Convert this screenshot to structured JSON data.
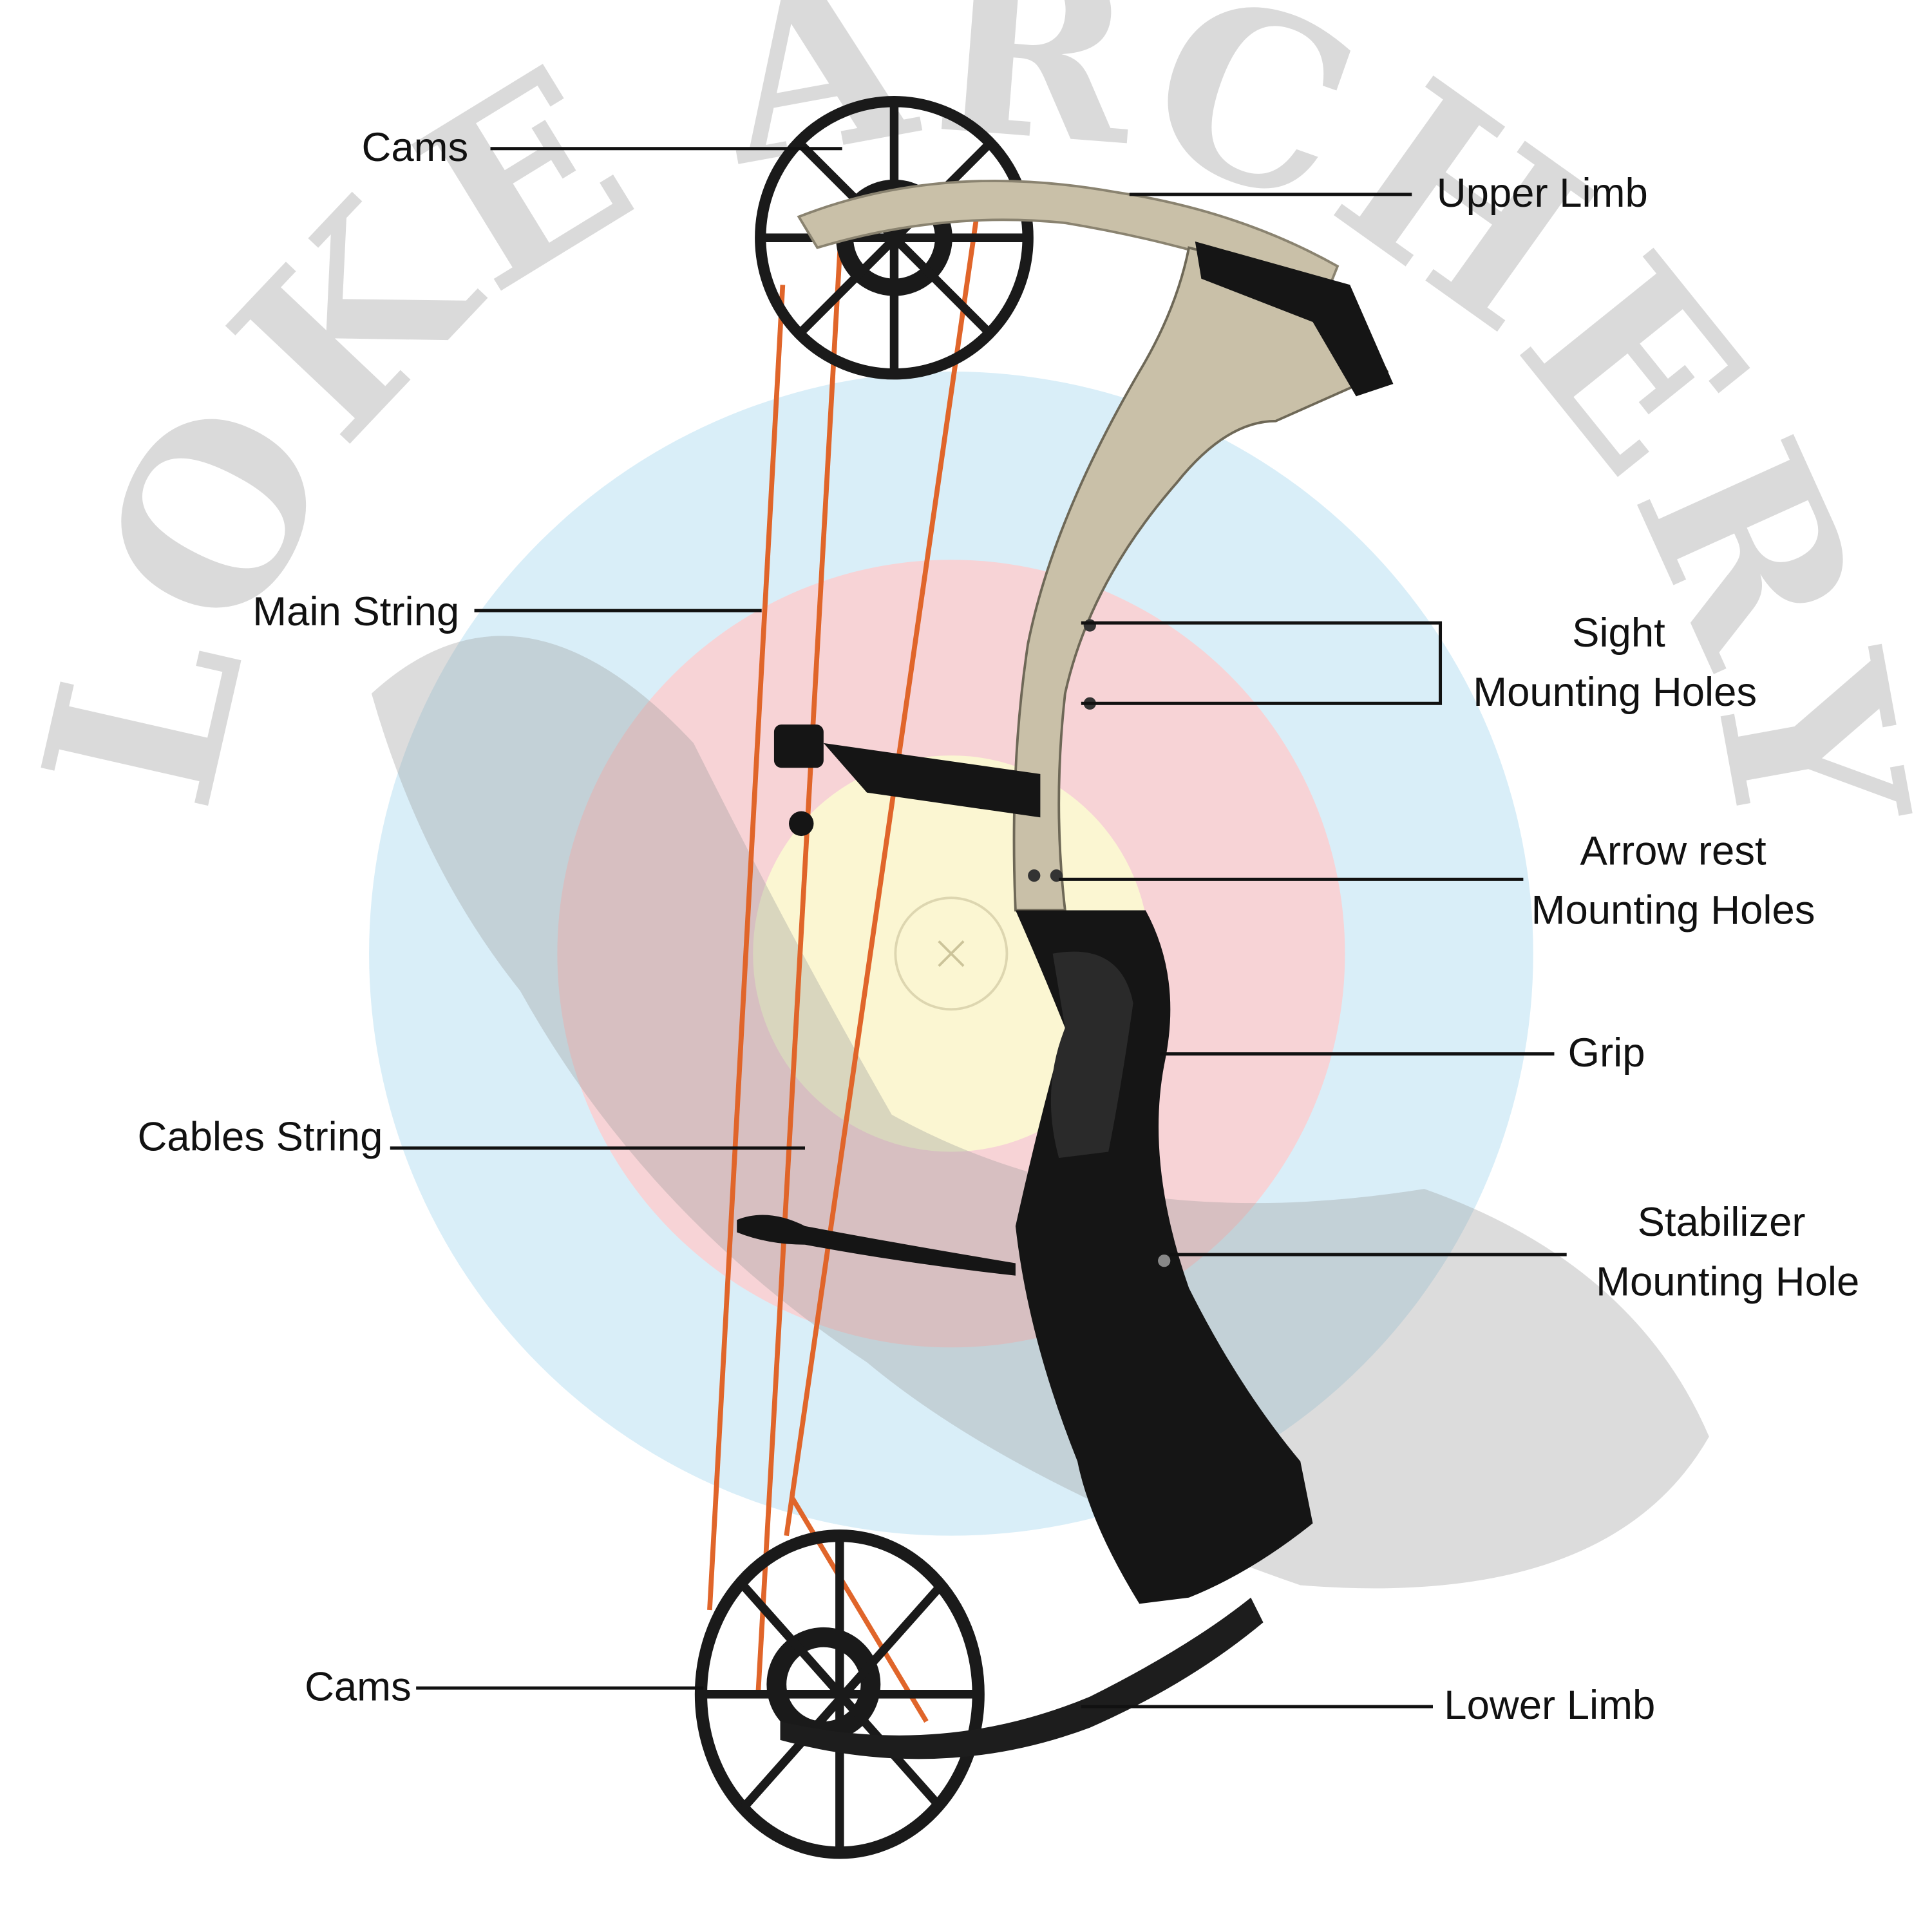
{
  "watermark": "LOKE ARCHERY",
  "colors": {
    "target_blue": "#d9eef8",
    "target_red": "#f7d3d6",
    "target_yellow": "#fbf6d2",
    "string": "#e0652a",
    "riser_upper": "#c9c0a8",
    "riser_lower": "#141414"
  },
  "labels": {
    "cams_top": "Cams",
    "upper_limb": "Upper Limb",
    "main_string": "Main String",
    "sight_line1": "Sight",
    "sight_line2": "Mounting Holes",
    "arrow_rest_line1": "Arrow rest",
    "arrow_rest_line2": "Mounting Holes",
    "grip": "Grip",
    "cables_string": "Cables String",
    "stabilizer_line1": "Stabilizer",
    "stabilizer_line2": "Mounting Hole",
    "cams_bottom": "Cams",
    "lower_limb": "Lower Limb"
  }
}
